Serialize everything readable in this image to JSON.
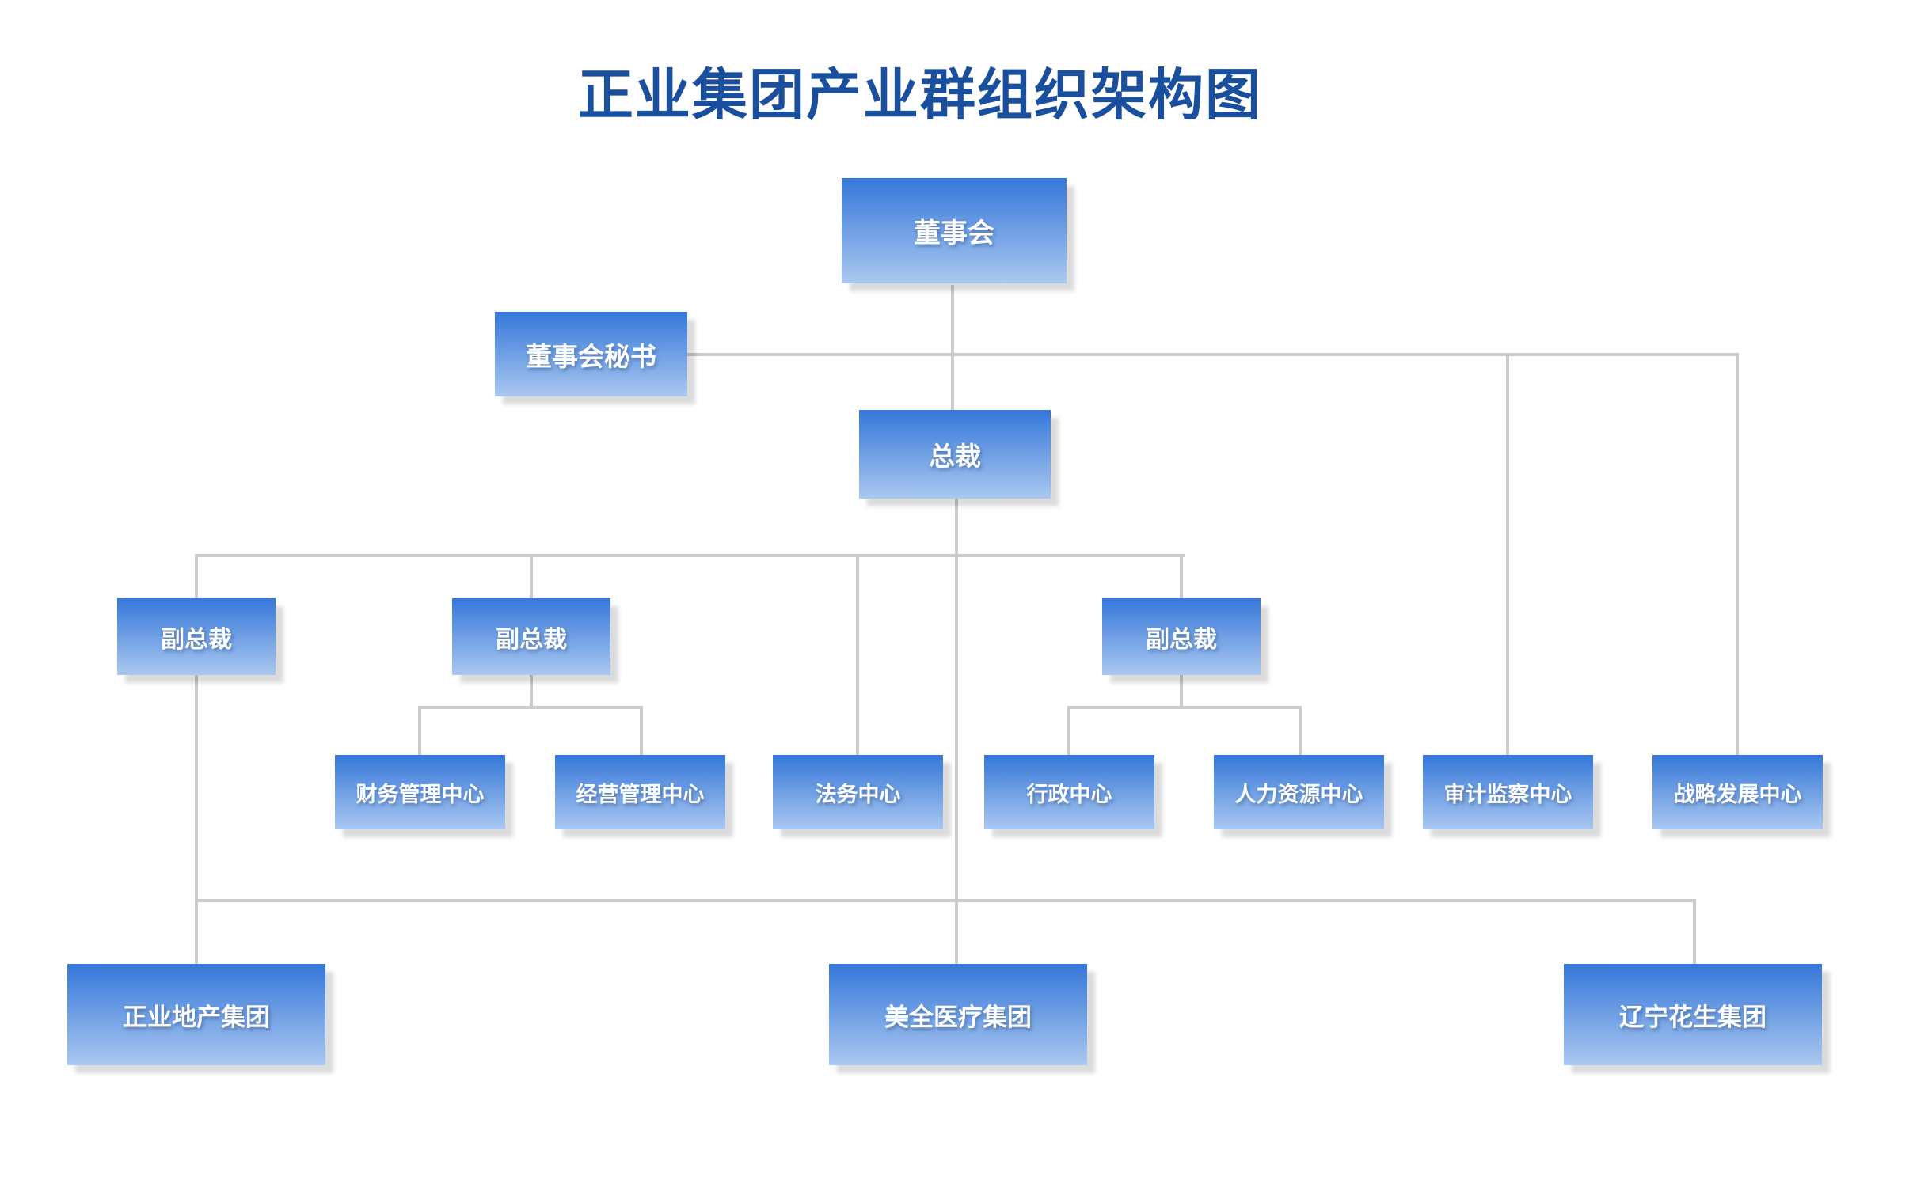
{
  "title": "正业集团产业群组织架构图",
  "colors": {
    "page_bg": "#ffffff",
    "title_color": "#1a4f9e",
    "box_top": "#3577d9",
    "box_bottom": "#aac8f0",
    "box_text": "#ffffff",
    "line_color": "#cbcbcb"
  },
  "nodes": {
    "board": {
      "label": "董事会"
    },
    "secretary": {
      "label": "董事会秘书"
    },
    "president": {
      "label": "总裁"
    },
    "vp1": {
      "label": "副总裁"
    },
    "vp2": {
      "label": "副总裁"
    },
    "vp3": {
      "label": "副总裁"
    },
    "finance_center": {
      "label": "财务管理中心"
    },
    "operation_center": {
      "label": "经营管理中心"
    },
    "legal_center": {
      "label": "法务中心"
    },
    "admin_center": {
      "label": "行政中心"
    },
    "hr_center": {
      "label": "人力资源中心"
    },
    "audit_center": {
      "label": "审计监察中心"
    },
    "strategy_center": {
      "label": "战略发展中心"
    },
    "realestate_group": {
      "label": "正业地产集团"
    },
    "medical_group": {
      "label": "美全医疗集团"
    },
    "peanut_group": {
      "label": "辽宁花生集团"
    }
  },
  "edges": [
    {
      "from": "board",
      "to": "president"
    },
    {
      "from": "board",
      "to": "secretary"
    },
    {
      "from": "board",
      "to": "audit_center"
    },
    {
      "from": "board",
      "to": "strategy_center"
    },
    {
      "from": "president",
      "to": "vp1"
    },
    {
      "from": "president",
      "to": "vp2"
    },
    {
      "from": "president",
      "to": "vp3"
    },
    {
      "from": "president",
      "to": "legal_center"
    },
    {
      "from": "president",
      "to": "medical_group"
    },
    {
      "from": "vp2",
      "to": "finance_center"
    },
    {
      "from": "vp2",
      "to": "operation_center"
    },
    {
      "from": "vp3",
      "to": "admin_center"
    },
    {
      "from": "vp3",
      "to": "hr_center"
    },
    {
      "from": "vp1",
      "to": "realestate_group"
    },
    {
      "from": "president",
      "to": "peanut_group"
    }
  ]
}
